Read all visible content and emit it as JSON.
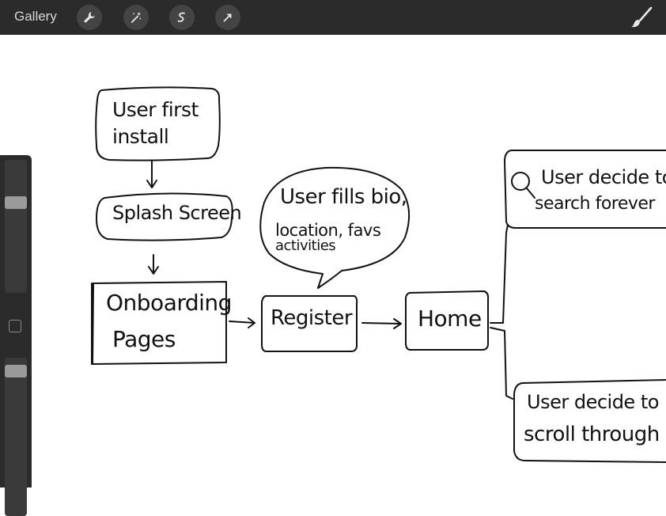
{
  "toolbar": {
    "gallery_label": "Gallery",
    "tools": [
      {
        "name": "wrench-icon"
      },
      {
        "name": "magic-wand-icon"
      },
      {
        "name": "selection-icon"
      },
      {
        "name": "transform-arrow-icon"
      }
    ],
    "brush": {
      "name": "paintbrush-icon"
    }
  },
  "sidebar": {
    "brush_size_level": 0.3,
    "opacity_level": 0.05
  },
  "sketch": {
    "user_first_install": [
      "User first",
      "install"
    ],
    "splash_screen": "Splash Screen",
    "onboarding_pages": [
      "Onboarding",
      "Pages"
    ],
    "register": "Register",
    "user_fills_bio": [
      "User fills bio,",
      "location, favs",
      "activities"
    ],
    "home": "Home",
    "search_forever": [
      "User decide to",
      "search forever"
    ],
    "scroll_through": [
      "User decide to",
      "scroll through"
    ]
  },
  "colors": {
    "toolbar_bg": "#2b2b2b",
    "ink": "#111111",
    "canvas": "#ffffff"
  }
}
